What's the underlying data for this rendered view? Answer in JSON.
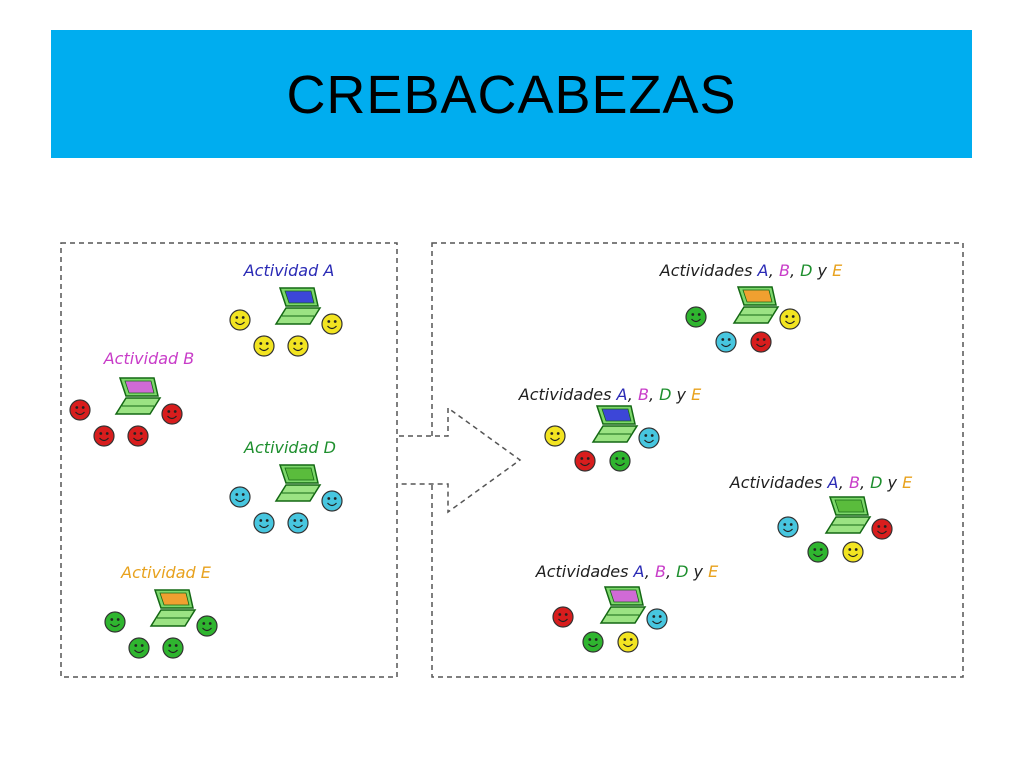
{
  "title": "CREBACABEZAS",
  "colors": {
    "title_bg": "#00adef",
    "act_a": "#2a2ab5",
    "act_b": "#c83cc8",
    "act_d": "#1e8f2e",
    "act_e": "#e8a21e",
    "plain": "#202020",
    "smiley_yellow": "#f2e421",
    "smiley_red": "#d81d1d",
    "smiley_cyan": "#47c6df",
    "smiley_green": "#2fb52f",
    "screen_blue": "#3c46d8",
    "screen_pink": "#d06ad6",
    "screen_orange": "#f0a030",
    "screen_green": "#5abc3c"
  },
  "left_panel": {
    "groups": [
      {
        "label": "Actividad A",
        "color": "act_a",
        "screen": "screen_blue",
        "smileys": [
          "smiley_yellow",
          "smiley_yellow",
          "smiley_yellow",
          "smiley_yellow"
        ]
      },
      {
        "label": "Actividad B",
        "color": "act_b",
        "screen": "screen_pink",
        "smileys": [
          "smiley_red",
          "smiley_red",
          "smiley_red",
          "smiley_red"
        ]
      },
      {
        "label": "Actividad D",
        "color": "act_d",
        "screen": "screen_green",
        "smileys": [
          "smiley_cyan",
          "smiley_cyan",
          "smiley_cyan",
          "smiley_cyan"
        ]
      },
      {
        "label": "Actividad E",
        "color": "act_e",
        "screen": "screen_orange",
        "smileys": [
          "smiley_green",
          "smiley_green",
          "smiley_green",
          "smiley_green"
        ]
      }
    ]
  },
  "right_panel": {
    "label_parts": [
      {
        "text": "Actividades ",
        "color": "plain"
      },
      {
        "text": "A",
        "color": "act_a"
      },
      {
        "text": ", ",
        "color": "plain"
      },
      {
        "text": "B",
        "color": "act_b"
      },
      {
        "text": ", ",
        "color": "plain"
      },
      {
        "text": "D",
        "color": "act_d"
      },
      {
        "text": " y ",
        "color": "plain"
      },
      {
        "text": "E",
        "color": "act_e"
      }
    ],
    "groups": [
      {
        "screen": "screen_orange",
        "smileys": [
          "smiley_green",
          "smiley_yellow",
          "smiley_cyan",
          "smiley_red"
        ]
      },
      {
        "screen": "screen_blue",
        "smileys": [
          "smiley_yellow",
          "smiley_cyan",
          "smiley_red",
          "smiley_green"
        ]
      },
      {
        "screen": "screen_green",
        "smileys": [
          "smiley_cyan",
          "smiley_red",
          "smiley_green",
          "smiley_yellow"
        ]
      },
      {
        "screen": "screen_pink",
        "smileys": [
          "smiley_red",
          "smiley_cyan",
          "smiley_green",
          "smiley_yellow"
        ]
      }
    ]
  }
}
